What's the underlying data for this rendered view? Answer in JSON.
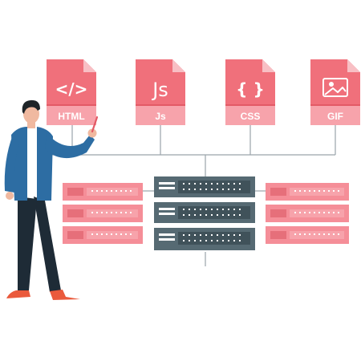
{
  "files": [
    {
      "label": "HTML",
      "glyph": "</>",
      "icon": "code-icon"
    },
    {
      "label": "Js",
      "glyph": "Js",
      "icon": "js-icon"
    },
    {
      "label": "CSS",
      "glyph": "{ }",
      "icon": "braces-icon"
    },
    {
      "label": "GIF",
      "glyph": "",
      "icon": "image-icon"
    }
  ],
  "colors": {
    "file_top": "#f0707b",
    "file_band": "#e35a66",
    "file_bottom": "#f7a3ab",
    "file_fold": "#f8bfc4",
    "server_pink": "#f58e98",
    "server_pink_dark": "#e66f7a",
    "server_gray": "#566a73",
    "server_gray_dark": "#40525a",
    "connector": "#9aa4ab",
    "shirt": "#2d6da3",
    "pants": "#1e2b36",
    "skin": "#f0b9a0",
    "hair": "#1e2428",
    "shoes": "#ea5a3c"
  }
}
